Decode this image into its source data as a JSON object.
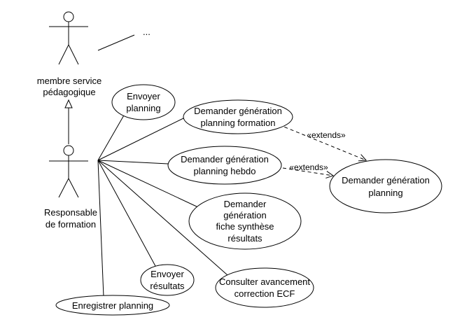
{
  "actors": {
    "membre": {
      "line1": "membre service",
      "line2": "pédagogique"
    },
    "responsable": {
      "line1": "Responsable",
      "line2": "de formation"
    }
  },
  "ellipsis": "...",
  "use_cases": {
    "envoyer_planning": [
      "Envoyer",
      "planning"
    ],
    "demander_generation_planning_formation": [
      "Demander génération",
      "planning formation"
    ],
    "demander_generation_planning_hebdo": [
      "Demander génération",
      "planning hebdo"
    ],
    "demander_generation_planning": [
      "Demander génération",
      "planning"
    ],
    "demander_generation_fiche_synthese": [
      "Demander",
      "génération",
      "fiche synthèse",
      "résultats"
    ],
    "envoyer_resultats": [
      "Envoyer",
      "résultats"
    ],
    "consulter_avancement": [
      "Consulter avancement",
      "correction ECF"
    ],
    "enregistrer_planning": [
      "Enregistrer planning"
    ]
  },
  "relations": {
    "extends_label": "«extends»"
  }
}
